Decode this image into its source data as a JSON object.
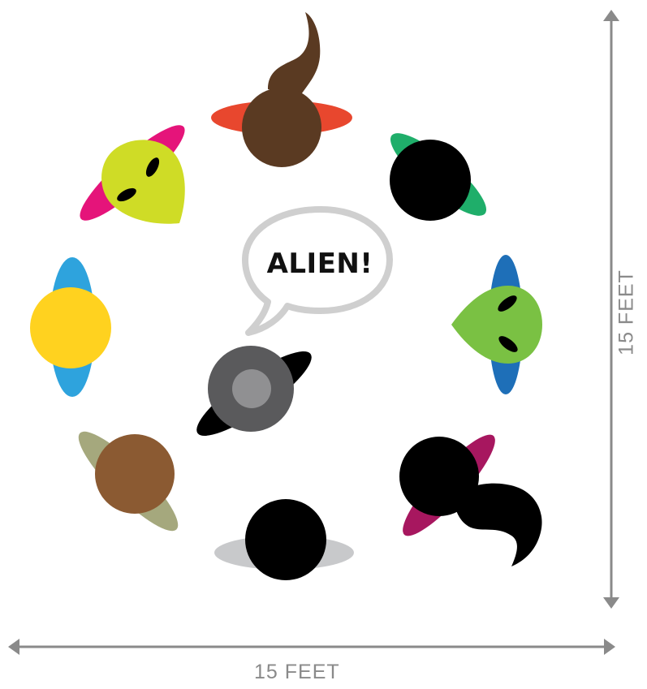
{
  "speech_bubble": {
    "text": "ALIEN!"
  },
  "dimensions": {
    "width_label": "15 FEET",
    "height_label": "15 FEET"
  },
  "colors": {
    "arrow": "#8a8a8a",
    "bubble_outline": "#cfcfcf",
    "alien_yellow": "#cfdc26",
    "alien_green": "#7ac143",
    "pink": "#e5147a",
    "blue_shirt": "#1e6fb8",
    "sky_blue": "#2ea3dd",
    "sun_yellow": "#ffd21f",
    "red": "#e8472e",
    "brown": "#5a3a22",
    "green": "#1fae6a",
    "olive": "#a5a87d",
    "tan_brown": "#8b5a32",
    "grey_shirt": "#c8c9cb",
    "magenta": "#a7175f",
    "dark_grey": "#5a5a5c",
    "mid_grey": "#909092"
  },
  "figures": [
    {
      "name": "person-brown-ponytail",
      "icon": "person-topdown-icon"
    },
    {
      "name": "person-black-green-shirt",
      "icon": "person-topdown-icon"
    },
    {
      "name": "alien-green-blue-shirt",
      "icon": "alien-icon"
    },
    {
      "name": "person-black-ponytail-magenta-shirt",
      "icon": "person-topdown-icon"
    },
    {
      "name": "person-black-grey-shirt",
      "icon": "person-topdown-icon"
    },
    {
      "name": "person-brown-olive-shirt",
      "icon": "person-topdown-icon"
    },
    {
      "name": "person-yellow-blue-shirt",
      "icon": "person-topdown-icon"
    },
    {
      "name": "alien-yellow-pink-shirt",
      "icon": "alien-icon"
    },
    {
      "name": "person-grey-center-black-shirt",
      "icon": "person-topdown-icon"
    }
  ]
}
